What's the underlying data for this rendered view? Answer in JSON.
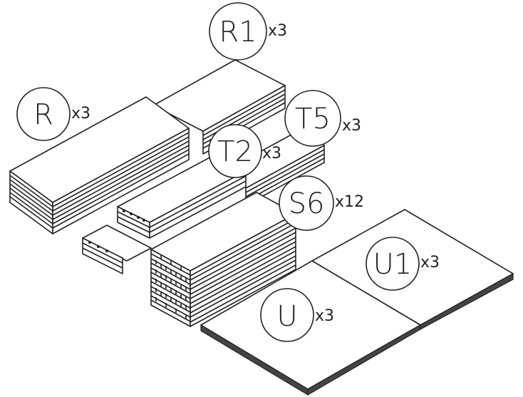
{
  "parts": [
    {
      "id": "R1",
      "label": "R1",
      "qty": "x3"
    },
    {
      "id": "R",
      "label": "R",
      "qty": "x3"
    },
    {
      "id": "T5",
      "label": "T5",
      "qty": "x3"
    },
    {
      "id": "T2",
      "label": "T2",
      "qty": "x3"
    },
    {
      "id": "S6",
      "label": "S6",
      "qty": "x12"
    },
    {
      "id": "U1",
      "label": "U1",
      "qty": "x3"
    },
    {
      "id": "U",
      "label": "U",
      "qty": "x3"
    }
  ],
  "colors": {
    "line": "#222222",
    "panel_edge": "#444444",
    "background": "#ffffff"
  }
}
